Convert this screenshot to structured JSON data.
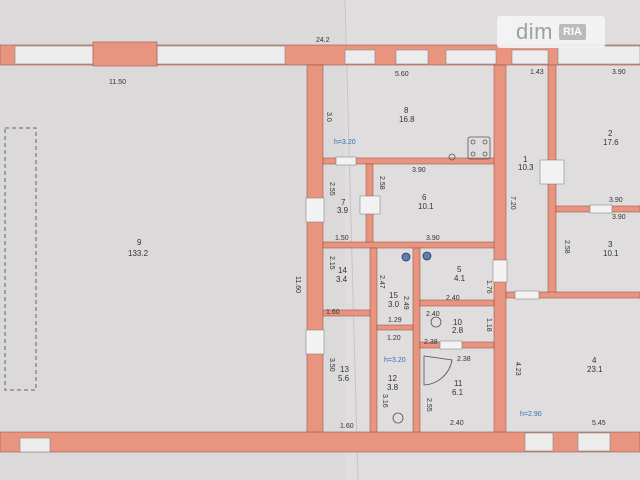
{
  "logo": {
    "word": "dim",
    "badge": "RIA"
  },
  "top_dims": {
    "overall": "24.2",
    "left": "11.50",
    "mid": "5.60",
    "right_small": "1.43",
    "right": "3.90"
  },
  "rooms": [
    {
      "id": "r9",
      "num": "9",
      "area": "133.2"
    },
    {
      "id": "r8",
      "num": "8",
      "area": "16.8"
    },
    {
      "id": "r7",
      "num": "7",
      "area": "3.9"
    },
    {
      "id": "r6",
      "num": "6",
      "area": "10.1"
    },
    {
      "id": "r1",
      "num": "1",
      "area": "10.3"
    },
    {
      "id": "r2",
      "num": "2",
      "area": "17.6"
    },
    {
      "id": "r3",
      "num": "3",
      "area": "10.1"
    },
    {
      "id": "r14",
      "num": "14",
      "area": "3.4"
    },
    {
      "id": "r15",
      "num": "15",
      "area": "3.0"
    },
    {
      "id": "r5",
      "num": "5",
      "area": "4.1"
    },
    {
      "id": "r10",
      "num": "10",
      "area": "2.8"
    },
    {
      "id": "r13",
      "num": "13",
      "area": "5.6"
    },
    {
      "id": "r12",
      "num": "12",
      "area": "3.8"
    },
    {
      "id": "r11",
      "num": "11",
      "area": "6.1"
    },
    {
      "id": "r4",
      "num": "4",
      "area": "23.1"
    }
  ],
  "dims": {
    "d_30": "3.0",
    "d_390a": "3.90",
    "d_255": "2.55",
    "d_258a": "2.58",
    "d_150": "1.50",
    "d_390b": "3.90",
    "d_720": "7.20",
    "d_1160": "11.60",
    "d_215": "2.15",
    "d_247": "2.47",
    "d_249": "2.49",
    "d_176": "1.76",
    "d_240a": "2.40",
    "d_160a": "1.60",
    "d_129": "1.29",
    "d_240b": "2.40",
    "d_118": "1.18",
    "d_120": "1.20",
    "d_238a": "2.38",
    "d_238b": "2.38",
    "d_350": "3.50",
    "d_316": "3.16",
    "d_255b": "2.55",
    "d_240c": "2.40",
    "d_160b": "1.60",
    "d_423": "4.23",
    "d_545": "5.45",
    "d_390c": "3.90",
    "d_390d": "3.90",
    "d_258b": "2.58"
  },
  "heights": {
    "h1": "h=3.20",
    "h2": "h=3.20",
    "h3": "h=2.90"
  }
}
